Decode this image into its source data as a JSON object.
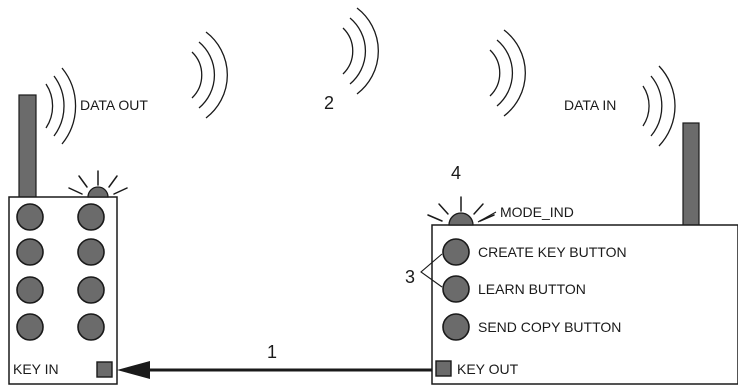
{
  "labels": {
    "data_out": "DATA OUT",
    "data_in": "DATA IN",
    "key_in": "KEY IN",
    "key_out": "KEY OUT",
    "mode_ind": "MODE_IND",
    "create_key_button": "CREATE KEY BUTTON",
    "learn_button": "LEARN BUTTON",
    "send_copy_button": "SEND COPY BUTTON"
  },
  "callouts": {
    "n1": "1",
    "n2": "2",
    "n3": "3",
    "n4": "4"
  },
  "icons": {
    "antenna": "antenna-icon",
    "led": "led-indicator-icon",
    "radio_wave": "radio-wave-icon",
    "arrow": "arrow-left-icon"
  },
  "colors": {
    "stroke": "#1a1a1a",
    "fill_gray": "#6b6b6b",
    "background": "#ffffff"
  }
}
